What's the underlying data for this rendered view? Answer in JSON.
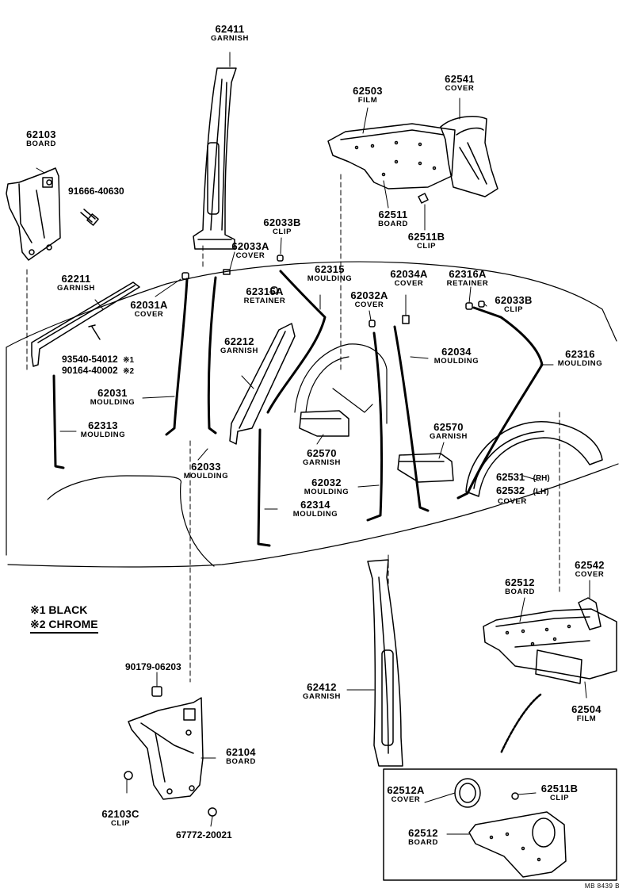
{
  "parts": [
    {
      "id": "p62411",
      "number": "62411",
      "name": "GARNISH"
    },
    {
      "id": "p62103",
      "number": "62103",
      "name": "BOARD"
    },
    {
      "id": "p62503",
      "number": "62503",
      "name": "FILM"
    },
    {
      "id": "p62541",
      "number": "62541",
      "name": "COVER"
    },
    {
      "id": "p62511",
      "number": "62511",
      "name": "BOARD"
    },
    {
      "id": "p62511B",
      "number": "62511B",
      "name": "CLIP"
    },
    {
      "id": "p62033B",
      "number": "62033B",
      "name": "CLIP"
    },
    {
      "id": "p62033A",
      "number": "62033A",
      "name": "COVER"
    },
    {
      "id": "p62211",
      "number": "62211",
      "name": "GARNISH"
    },
    {
      "id": "p62315",
      "number": "62315",
      "name": "MOULDING"
    },
    {
      "id": "p62315A",
      "number": "62315A",
      "name": "RETAINER"
    },
    {
      "id": "p62034A",
      "number": "62034A",
      "name": "COVER"
    },
    {
      "id": "p62316A",
      "number": "62316A",
      "name": "RETAINER"
    },
    {
      "id": "p62031A",
      "number": "62031A",
      "name": "COVER"
    },
    {
      "id": "p62032A",
      "number": "62032A",
      "name": "COVER"
    },
    {
      "id": "p62033B2",
      "number": "62033B",
      "name": "CLIP"
    },
    {
      "id": "p62212",
      "number": "62212",
      "name": "GARNISH"
    },
    {
      "id": "p62034",
      "number": "62034",
      "name": "MOULDING"
    },
    {
      "id": "p62316",
      "number": "62316",
      "name": "MOULDING"
    },
    {
      "id": "p62031",
      "number": "62031",
      "name": "MOULDING"
    },
    {
      "id": "p62313",
      "number": "62313",
      "name": "MOULDING"
    },
    {
      "id": "p62570a",
      "number": "62570",
      "name": "GARNISH"
    },
    {
      "id": "p62570b",
      "number": "62570",
      "name": "GARNISH"
    },
    {
      "id": "p62033",
      "number": "62033",
      "name": "MOULDING"
    },
    {
      "id": "p62032",
      "number": "62032",
      "name": "MOULDING"
    },
    {
      "id": "p62314",
      "number": "62314",
      "name": "MOULDING"
    },
    {
      "id": "p62542",
      "number": "62542",
      "name": "COVER"
    },
    {
      "id": "p62512",
      "number": "62512",
      "name": "BOARD"
    },
    {
      "id": "p62412",
      "number": "62412",
      "name": "GARNISH"
    },
    {
      "id": "p62504",
      "number": "62504",
      "name": "FILM"
    },
    {
      "id": "p62104",
      "number": "62104",
      "name": "BOARD"
    },
    {
      "id": "p62103C",
      "number": "62103C",
      "name": "CLIP"
    },
    {
      "id": "p62512A",
      "number": "62512A",
      "name": "COVER"
    },
    {
      "id": "p62511B2",
      "number": "62511B",
      "name": "CLIP"
    },
    {
      "id": "p62512b",
      "number": "62512",
      "name": "BOARD"
    }
  ],
  "cover_62531_62532": {
    "num1": "62531",
    "num2": "62532",
    "name": "COVER",
    "rh": "(RH)",
    "lh": "(LH)"
  },
  "fasteners": {
    "f91666": "91666-40630",
    "f93540": "93540-54012",
    "f93540_mark": "※1",
    "f90164": "90164-40002",
    "f90164_mark": "※2",
    "f90179": "90179-06203",
    "f67772": "67772-20021"
  },
  "legend": {
    "line1": "※1 BLACK",
    "line2": "※2 CHROME"
  },
  "drawing_code": "MB 8439 B"
}
